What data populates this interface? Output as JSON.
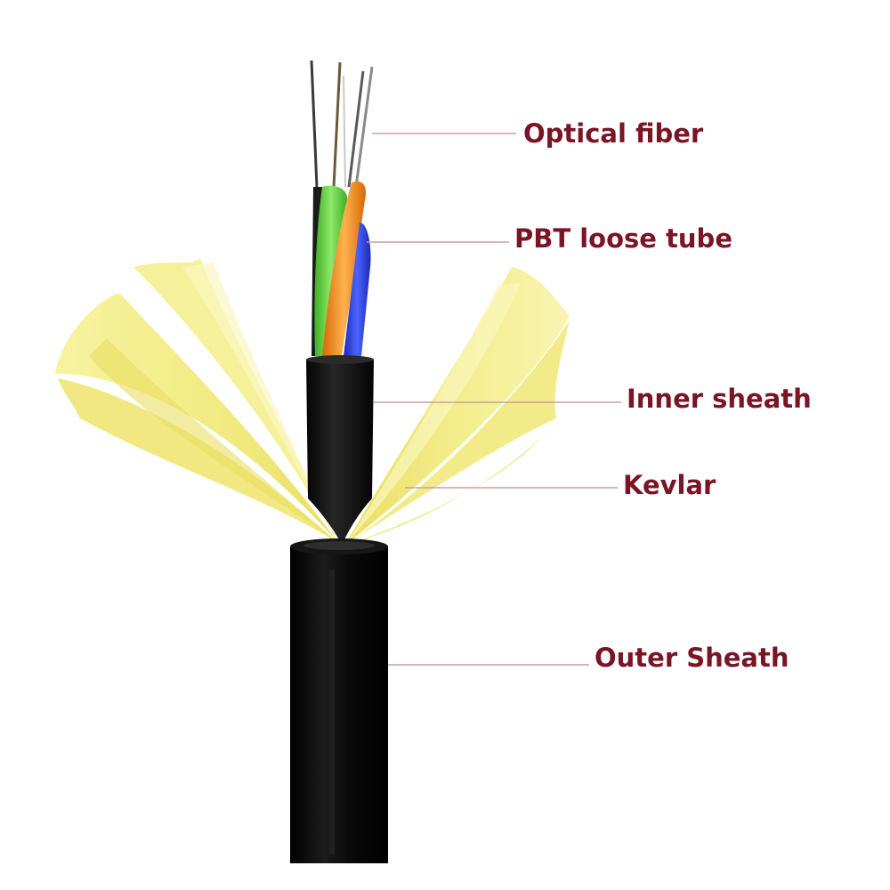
{
  "colors": {
    "label_text": "#7a1526",
    "leader_line": "#c9a0a6",
    "outer_sheath": "#0b0b0b",
    "inner_sheath": "#121212",
    "kevlar": "#f3ee8a",
    "tube_green": "#5fcf3a",
    "tube_orange": "#f08a1c",
    "tube_blue": "#2b3fd6",
    "tube_black": "#1a1a1a"
  },
  "labels": {
    "optical_fiber": "Optical fiber",
    "pbt_loose_tube": "PBT loose tube",
    "inner_sheath": "Inner sheath",
    "kevlar": "Kevlar",
    "outer_sheath": "Outer Sheath"
  }
}
